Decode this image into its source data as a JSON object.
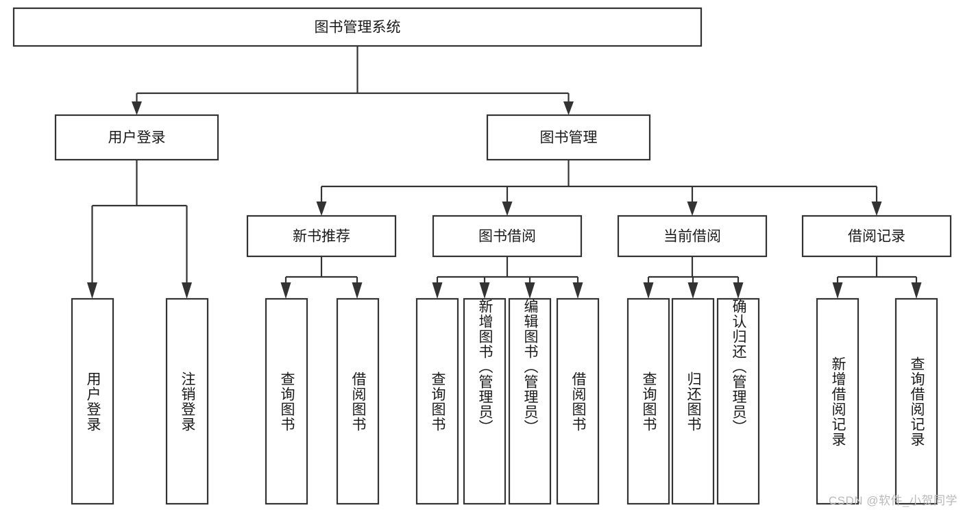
{
  "diagram": {
    "type": "tree-hierarchy",
    "title": "图书管理系统",
    "watermark": "CSDN @软件_小贺同学",
    "colors": {
      "stroke": "#333333",
      "fill": "#ffffff",
      "text": "#1a1a1a",
      "watermark": "#b9b9b9"
    },
    "levels": {
      "root": {
        "label": "图书管理系统"
      },
      "level2": [
        {
          "id": "user-login",
          "label": "用户登录"
        },
        {
          "id": "book-manage",
          "label": "图书管理"
        }
      ],
      "level3": [
        {
          "id": "new-book-rec",
          "label": "新书推荐",
          "parent": "book-manage"
        },
        {
          "id": "book-borrow",
          "label": "图书借阅",
          "parent": "book-manage"
        },
        {
          "id": "current-borrow",
          "label": "当前借阅",
          "parent": "book-manage"
        },
        {
          "id": "borrow-record",
          "label": "借阅记录",
          "parent": "book-manage"
        }
      ],
      "leaves": [
        {
          "id": "leaf-user-login",
          "label": "用户登录",
          "parent": "user-login"
        },
        {
          "id": "leaf-user-logout",
          "label": "注销登录",
          "parent": "user-login"
        },
        {
          "id": "leaf-rec-query-book",
          "label": "查询图书",
          "parent": "new-book-rec"
        },
        {
          "id": "leaf-rec-borrow-book",
          "label": "借阅图书",
          "parent": "new-book-rec"
        },
        {
          "id": "leaf-borrow-query-book",
          "label": "查询图书",
          "parent": "book-borrow"
        },
        {
          "id": "leaf-borrow-add-book",
          "label": "新增图书（管理员）",
          "parent": "book-borrow"
        },
        {
          "id": "leaf-borrow-edit-book",
          "label": "编辑图书（管理员）",
          "parent": "book-borrow"
        },
        {
          "id": "leaf-borrow-lend-book",
          "label": "借阅图书",
          "parent": "book-borrow"
        },
        {
          "id": "leaf-cur-query-book",
          "label": "查询图书",
          "parent": "current-borrow"
        },
        {
          "id": "leaf-cur-return-book",
          "label": "归还图书",
          "parent": "current-borrow"
        },
        {
          "id": "leaf-cur-confirm-return",
          "label": "确认归还（管理员）",
          "parent": "current-borrow"
        },
        {
          "id": "leaf-rec-add-record",
          "label": "新增借阅记录",
          "parent": "borrow-record"
        },
        {
          "id": "leaf-rec-query-record",
          "label": "查询借阅记录",
          "parent": "borrow-record"
        }
      ]
    }
  }
}
